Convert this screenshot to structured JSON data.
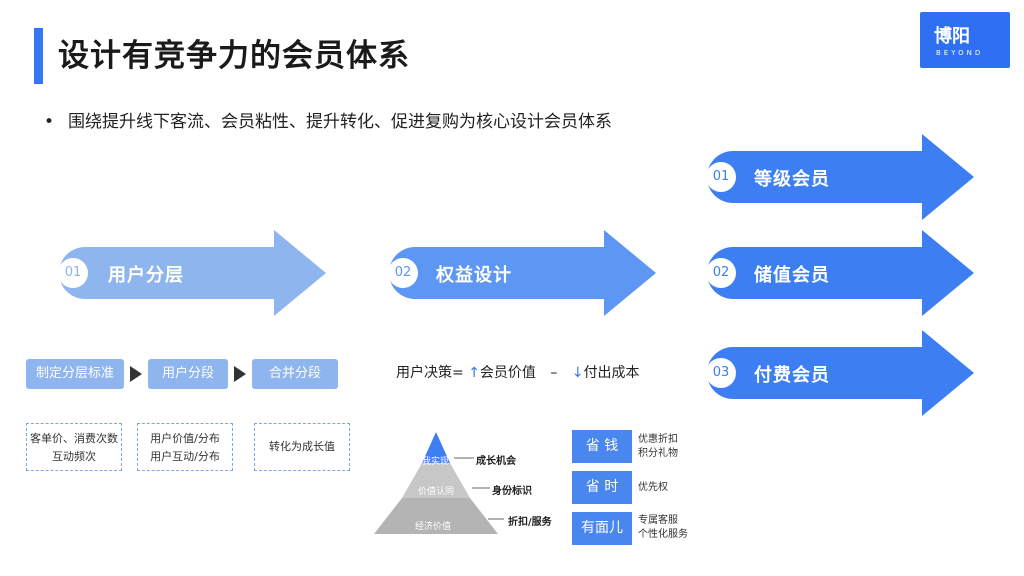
{
  "title": "设计有竞争力的会员体系",
  "logo": {
    "mark": "博阳",
    "sub": "BEYOND"
  },
  "bullet": {
    "dot": "•",
    "text": "围绕提升线下客流、会员粘性、提升转化、促进复购为核心设计会员体系"
  },
  "arrows": [
    {
      "num": "01",
      "label": "用户分层",
      "color": "#8fb5ee"
    },
    {
      "num": "02",
      "label": "权益设计",
      "color": "#5e97f3"
    }
  ],
  "members": [
    {
      "num": "01",
      "label": "等级会员",
      "color": "#3d7ff2"
    },
    {
      "num": "02",
      "label": "储值会员",
      "color": "#3d7ff2"
    },
    {
      "num": "03",
      "label": "付费会员",
      "color": "#3d7ff2"
    }
  ],
  "steps": [
    "制定分层标准",
    "用户分段",
    "合并分段"
  ],
  "dashed": [
    {
      "line1": "客单价、消费次数",
      "line2": "互动频次"
    },
    {
      "line1": "用户价值/分布",
      "line2": "用户互动/分布"
    },
    {
      "line1": "转化为成长值",
      "line2": ""
    }
  ],
  "formula": {
    "prefix": "用户决策=",
    "up_arrow": "↑",
    "value": "会员价值",
    "minus": "–",
    "down_arrow": "↓",
    "cost": "付出成本"
  },
  "pyramid": {
    "levels": [
      "自我实现",
      "价值认同",
      "经济价值"
    ],
    "outcomes": [
      "成长机会",
      "身份标识",
      "折扣/服务"
    ]
  },
  "benefits": [
    {
      "btn": "省 钱",
      "desc1": "优惠折扣",
      "desc2": "积分礼物"
    },
    {
      "btn": "省 时",
      "desc1": "优先权",
      "desc2": ""
    },
    {
      "btn": "有面儿",
      "desc1": "专属客服",
      "desc2": "个性化服务"
    }
  ]
}
